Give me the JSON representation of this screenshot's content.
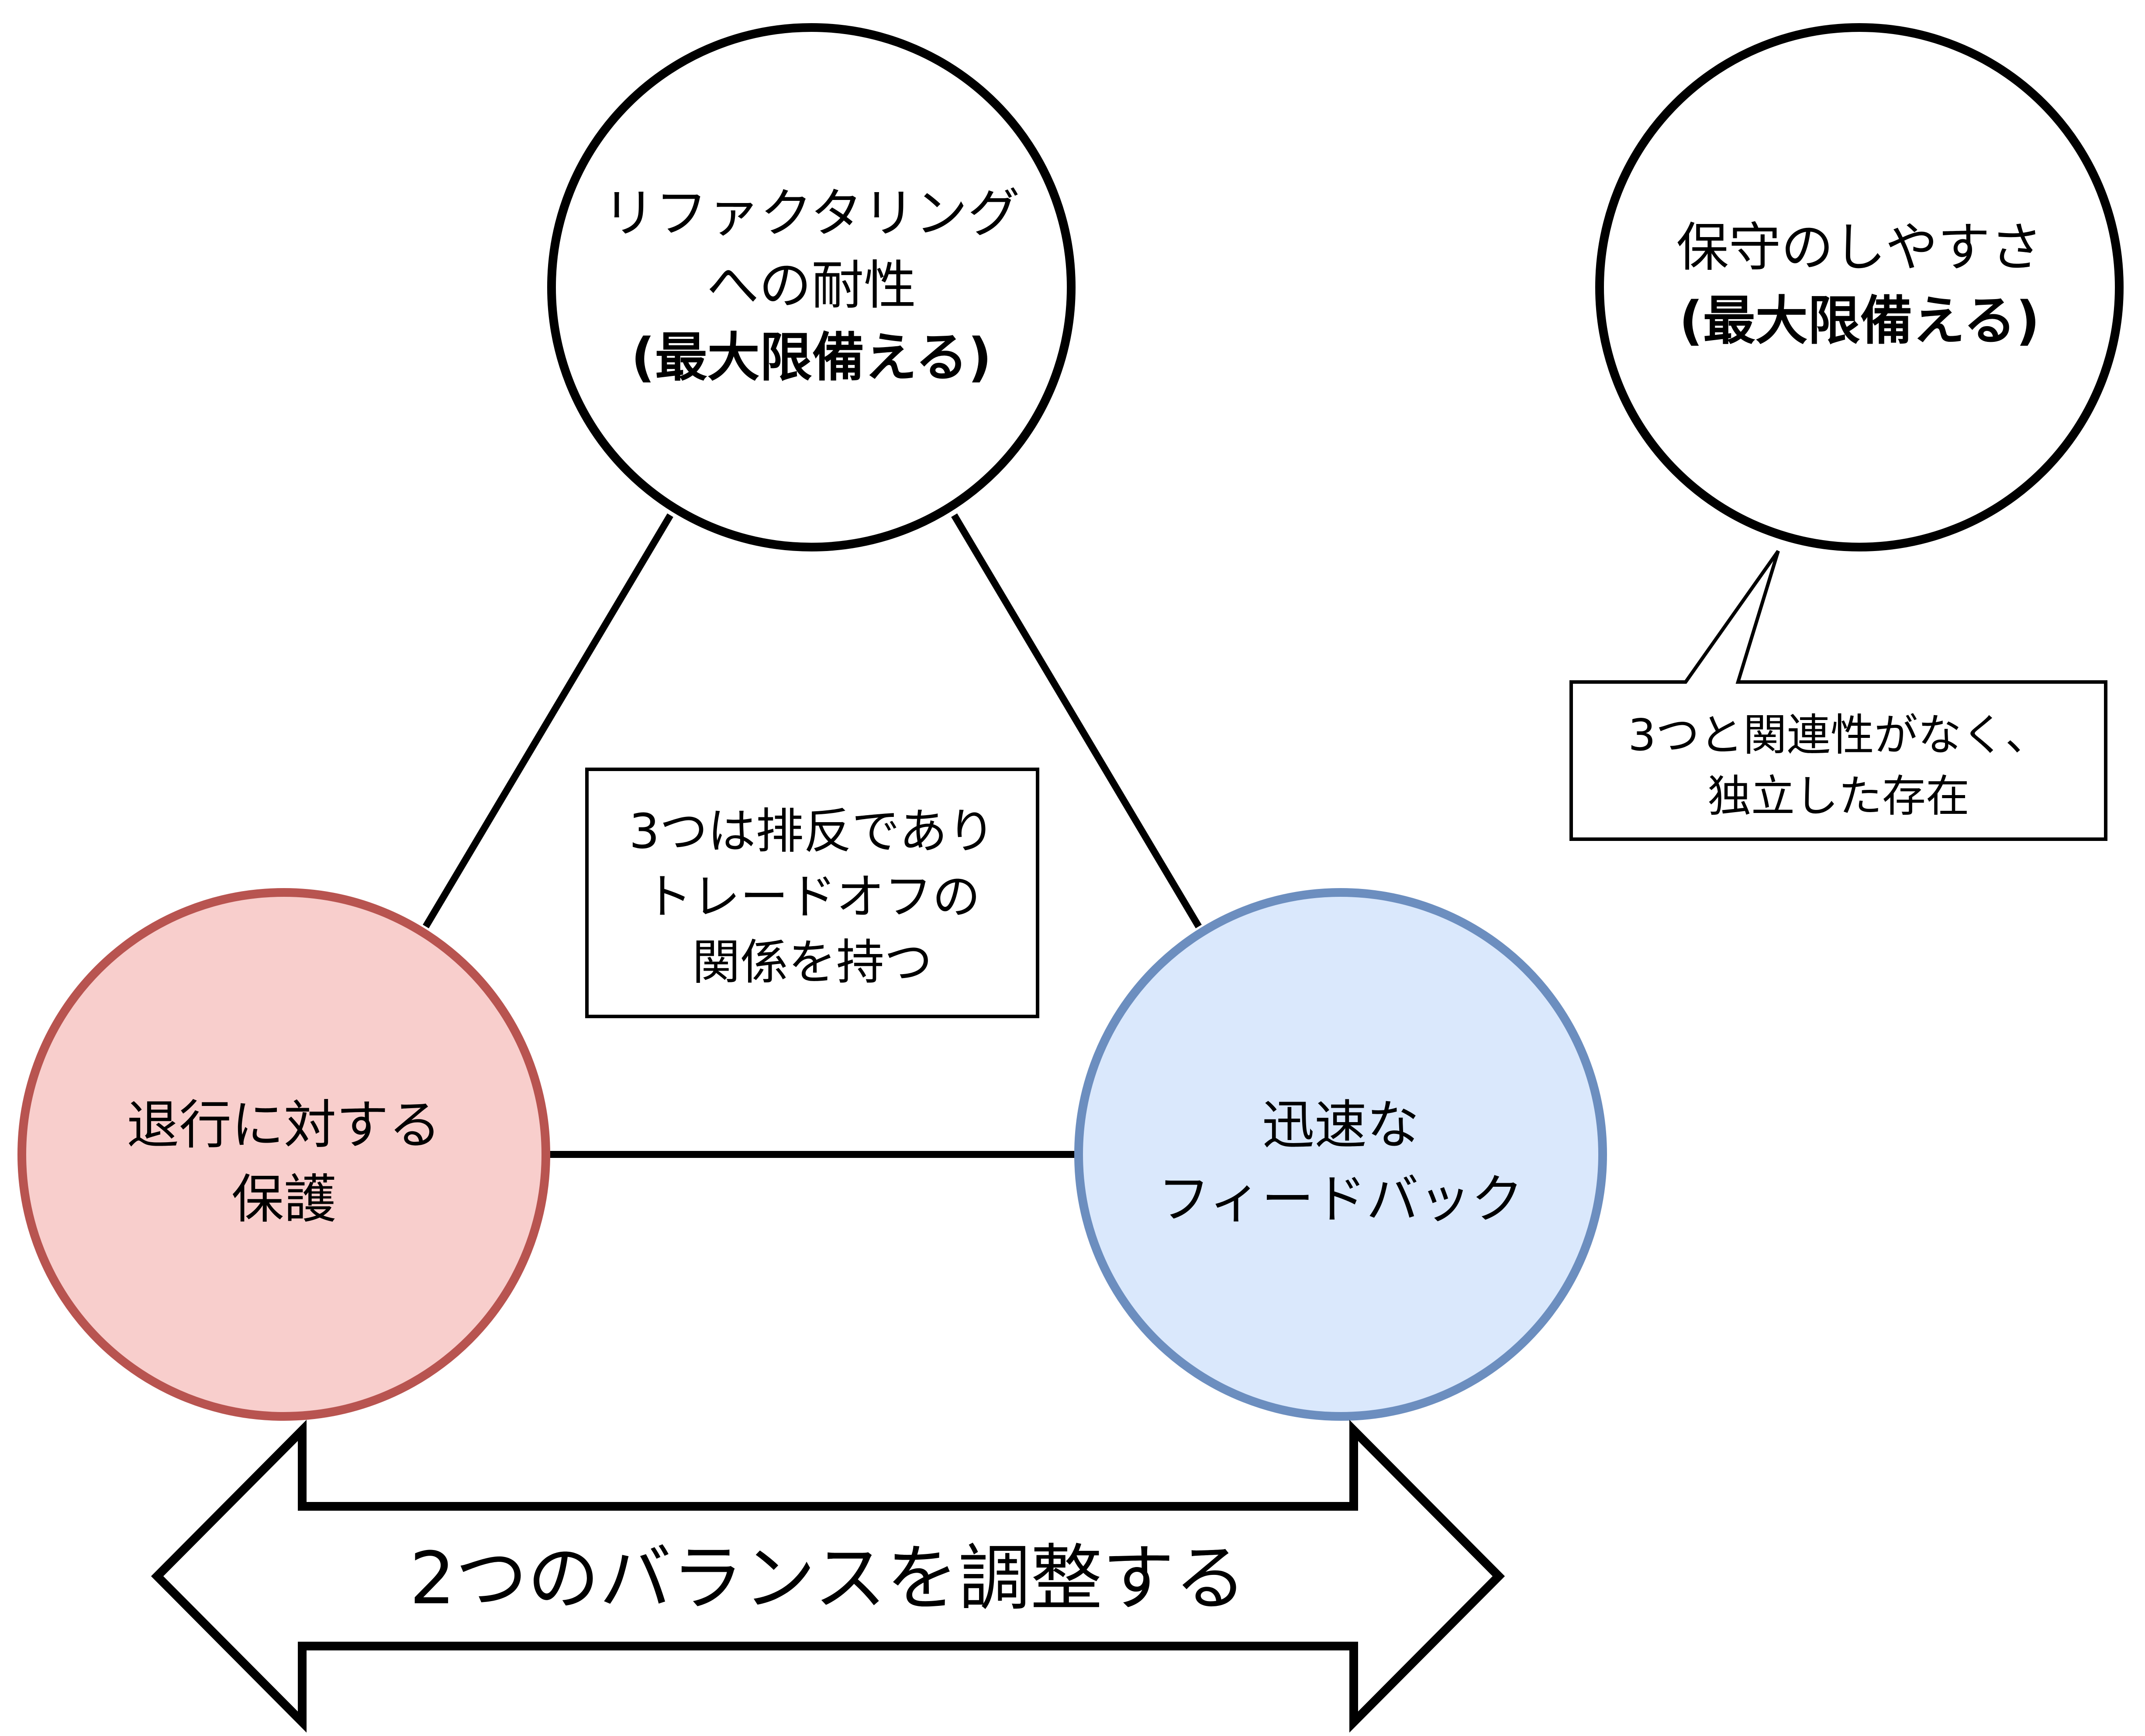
{
  "nodes": {
    "refactoring": {
      "line1": "リファクタリング",
      "line2": "への耐性",
      "line3": "(最大限備える)",
      "fill": "#ffffff",
      "stroke": "#000000"
    },
    "maintainability": {
      "line1": "保守のしやすさ",
      "line2": "(最大限備える)",
      "fill": "#ffffff",
      "stroke": "#000000"
    },
    "regression": {
      "line1": "退行に対する",
      "line2": "保護",
      "fill": "#f8cecc",
      "stroke": "#b85450"
    },
    "feedback": {
      "line1": "迅速な",
      "line2": "フィードバック",
      "fill": "#dae8fc",
      "stroke": "#6c8ebf"
    }
  },
  "notes": {
    "tradeoff": {
      "line1": "3つは排反であり",
      "line2": "トレードオフの",
      "line3": "関係を持つ"
    },
    "independent": {
      "line1": "3つと関連性がなく、",
      "line2": "独立した存在"
    }
  },
  "arrow": {
    "label": "2つのバランスを調整する"
  }
}
